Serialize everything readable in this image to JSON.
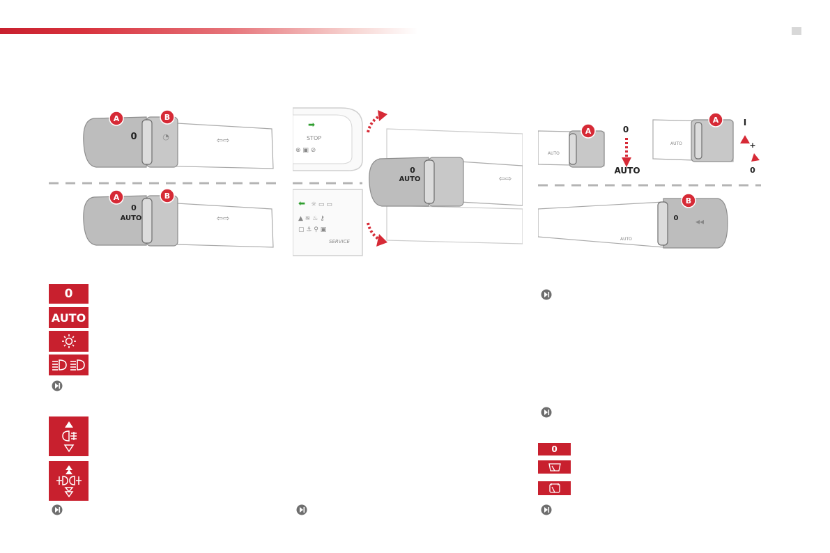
{
  "header": {
    "page_marker": ""
  },
  "badges": {
    "a": "A",
    "b": "B"
  },
  "stalk_labels": {
    "zero": "0",
    "auto": "AUTO",
    "i": "I",
    "plus": "+",
    "arrows": "⇦⇨",
    "stop": "STOP",
    "service": "SERVICE"
  },
  "legend_left": [
    {
      "label": "0",
      "kind": "text"
    },
    {
      "label": "AUTO",
      "kind": "text"
    },
    {
      "label": "",
      "icon": "sidelamps-icon"
    },
    {
      "label": "",
      "icon": "headlamps-icon"
    }
  ],
  "fog_icons": [
    {
      "icon": "rear-fog-icon"
    },
    {
      "icon": "front-rear-fog-icon"
    }
  ],
  "wiper_legend": [
    {
      "label": "0",
      "kind": "text"
    },
    {
      "label": "",
      "icon": "wiper-single-icon"
    },
    {
      "label": "",
      "icon": "wiper-rear-icon"
    }
  ],
  "colors": {
    "accent": "#c8202e",
    "warning_green": "#2f9e2f"
  }
}
